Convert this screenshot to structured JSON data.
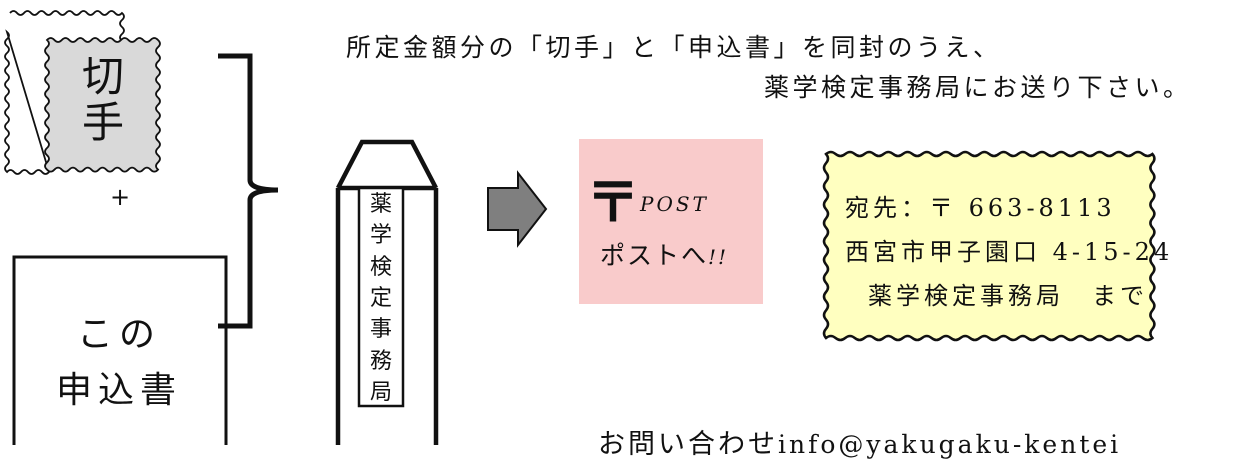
{
  "stamp": {
    "chars": [
      "切",
      "手"
    ]
  },
  "plus": "+",
  "application_form": {
    "line1": "この",
    "line2": "申込書"
  },
  "instructions": {
    "line1": "所定金額分の「切手」と「申込書」を同封のうえ、",
    "line2": "薬学検定事務局にお送り下さい。"
  },
  "envelope": {
    "chars": [
      "薬",
      "学",
      "検",
      "定",
      "事",
      "務",
      "局"
    ]
  },
  "post_box": {
    "mark": "〒",
    "word": "POST",
    "go_text": "ポストへ",
    "exclaim": "!!"
  },
  "address": {
    "line1_label": "宛先：〒",
    "postal_code": "663-8113",
    "line2_city": "西宮市甲子園口",
    "line2_num": "4-15-24",
    "line3": "薬学検定事務局　まで"
  },
  "contact": {
    "label": "お問い合わせ",
    "email_partial": "info@yakugaku-kentei"
  },
  "colors": {
    "stamp_fill": "#d9d9d9",
    "post_fill": "#f9cbcb",
    "address_fill": "#ffffc0",
    "arrow_fill": "#7f7f7f"
  }
}
